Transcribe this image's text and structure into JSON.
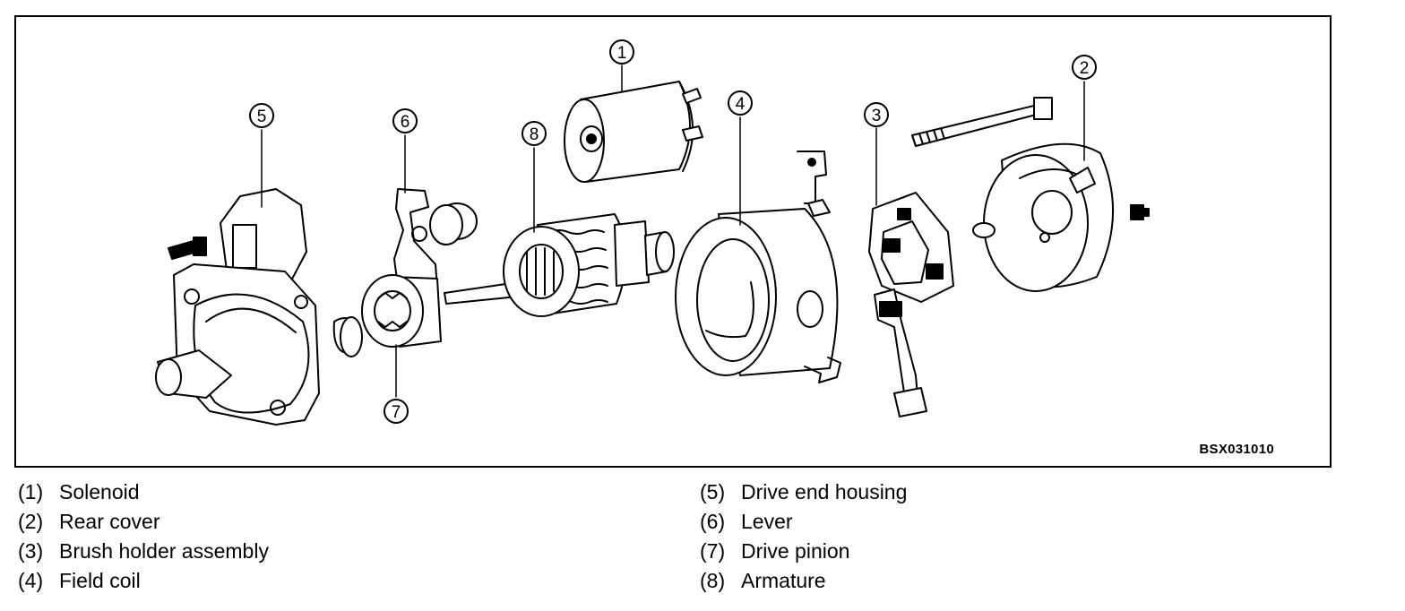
{
  "diagram": {
    "code": "BSX031010",
    "callouts": [
      "1",
      "2",
      "3",
      "4",
      "5",
      "6",
      "7",
      "8"
    ]
  },
  "legend": [
    {
      "num": "(1)",
      "label": "Solenoid"
    },
    {
      "num": "(2)",
      "label": "Rear cover"
    },
    {
      "num": "(3)",
      "label": "Brush holder assembly"
    },
    {
      "num": "(4)",
      "label": "Field coil"
    },
    {
      "num": "(5)",
      "label": "Drive end housing"
    },
    {
      "num": "(6)",
      "label": "Lever"
    },
    {
      "num": "(7)",
      "label": "Drive pinion"
    },
    {
      "num": "(8)",
      "label": "Armature"
    }
  ]
}
